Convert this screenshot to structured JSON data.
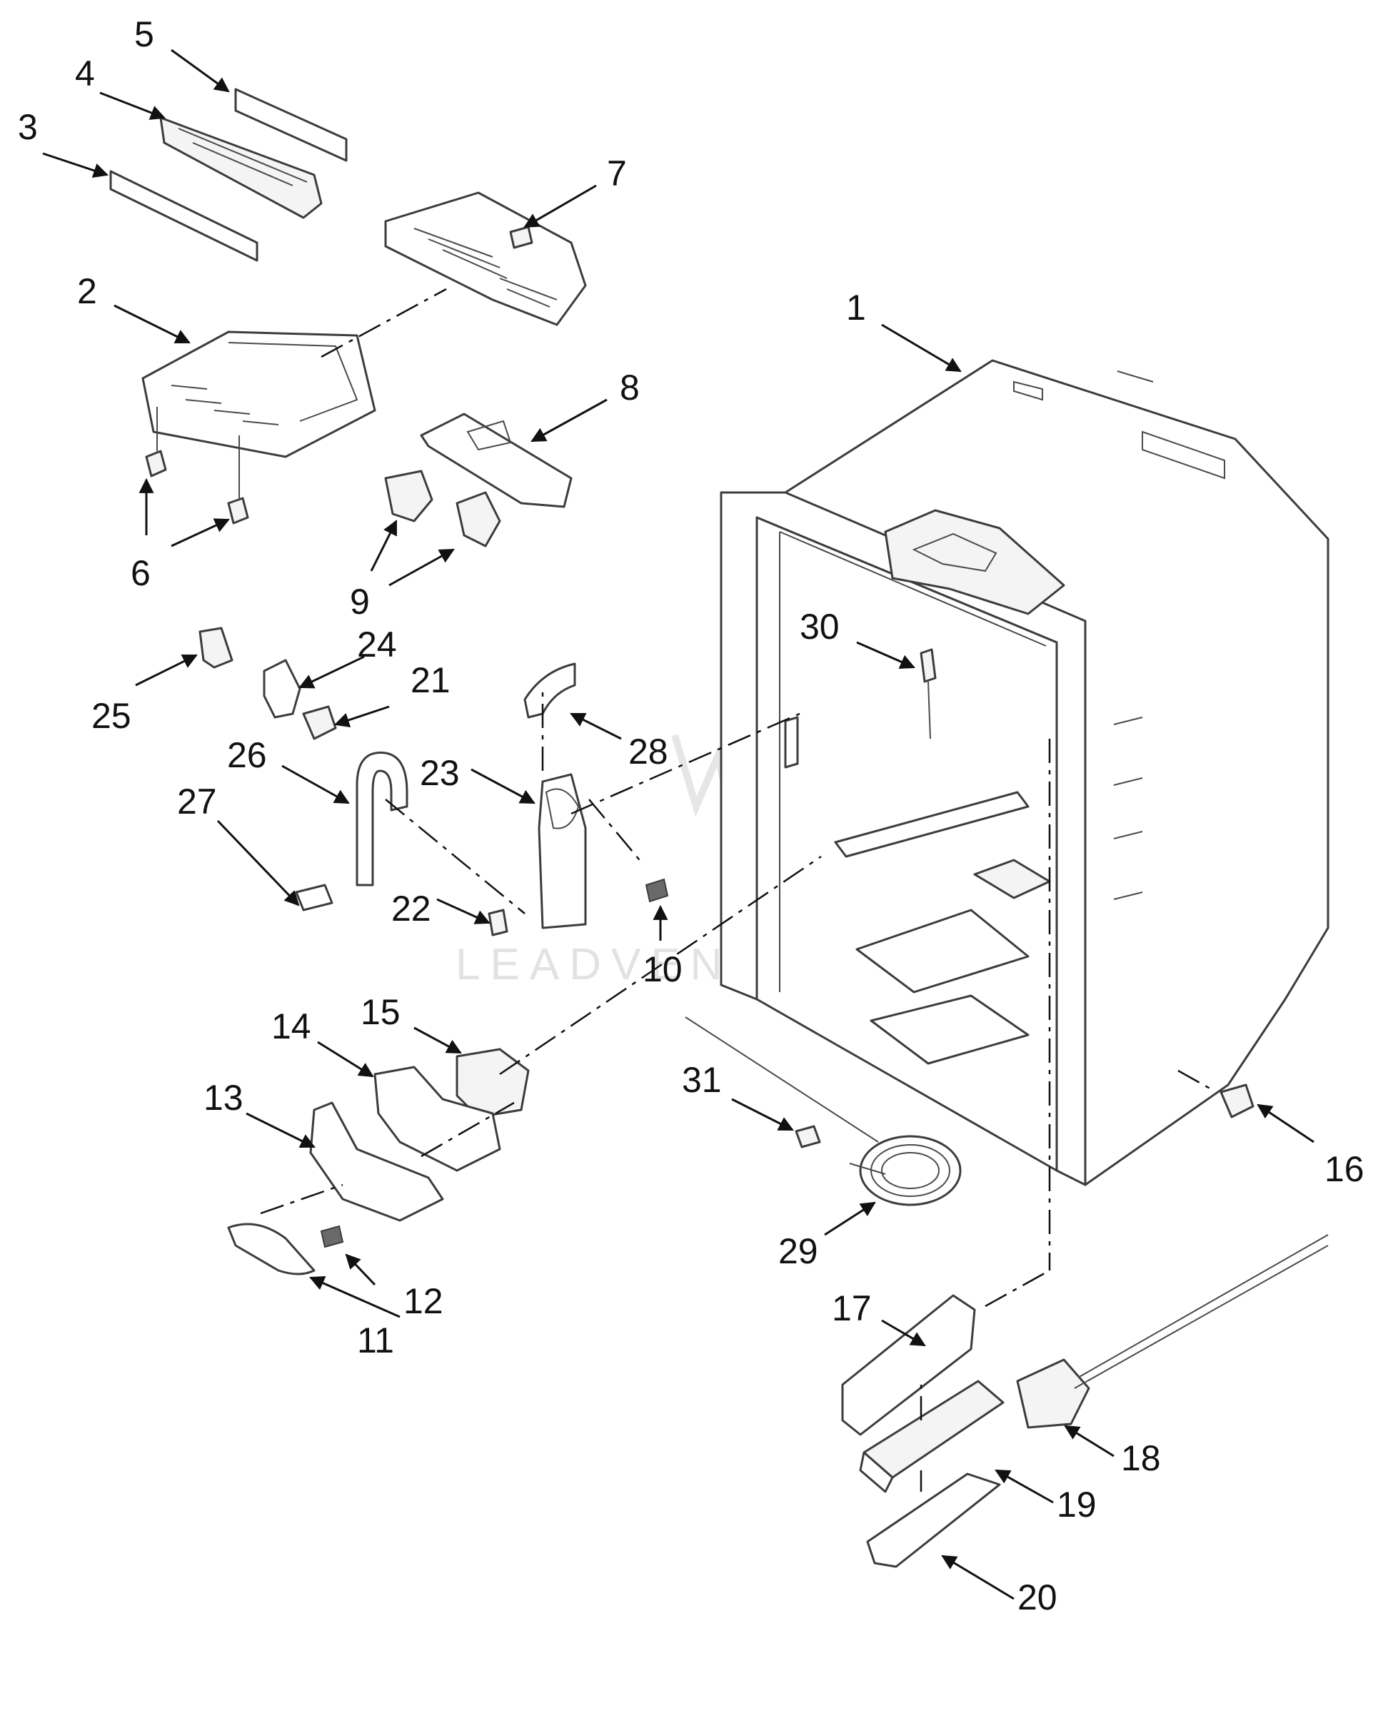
{
  "watermark": {
    "text": "LEADVENTURE"
  },
  "callouts": [
    {
      "id": "1",
      "label": "1"
    },
    {
      "id": "2",
      "label": "2"
    },
    {
      "id": "3",
      "label": "3"
    },
    {
      "id": "4",
      "label": "4"
    },
    {
      "id": "5",
      "label": "5"
    },
    {
      "id": "6",
      "label": "6"
    },
    {
      "id": "7",
      "label": "7"
    },
    {
      "id": "8",
      "label": "8"
    },
    {
      "id": "9",
      "label": "9"
    },
    {
      "id": "10",
      "label": "10"
    },
    {
      "id": "11",
      "label": "11"
    },
    {
      "id": "12",
      "label": "12"
    },
    {
      "id": "13",
      "label": "13"
    },
    {
      "id": "14",
      "label": "14"
    },
    {
      "id": "15",
      "label": "15"
    },
    {
      "id": "16",
      "label": "16"
    },
    {
      "id": "17",
      "label": "17"
    },
    {
      "id": "18",
      "label": "18"
    },
    {
      "id": "19",
      "label": "19"
    },
    {
      "id": "20",
      "label": "20"
    },
    {
      "id": "21",
      "label": "21"
    },
    {
      "id": "22",
      "label": "22"
    },
    {
      "id": "23",
      "label": "23"
    },
    {
      "id": "24",
      "label": "24"
    },
    {
      "id": "25",
      "label": "25"
    },
    {
      "id": "26",
      "label": "26"
    },
    {
      "id": "27",
      "label": "27"
    },
    {
      "id": "28",
      "label": "28"
    },
    {
      "id": "29",
      "label": "29"
    },
    {
      "id": "30",
      "label": "30"
    },
    {
      "id": "31",
      "label": "31"
    }
  ]
}
